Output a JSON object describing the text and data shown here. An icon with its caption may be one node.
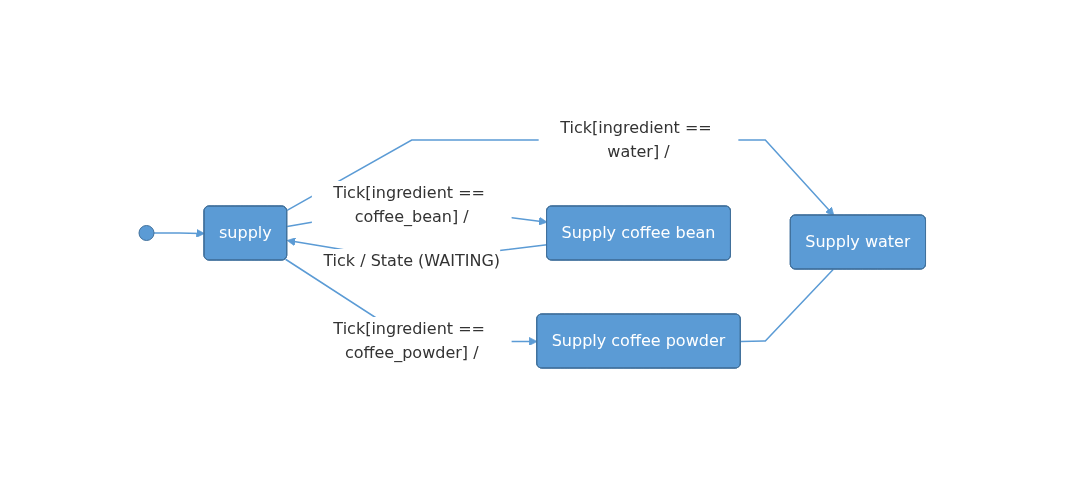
{
  "diagram": {
    "nodes": [
      {
        "text": [],
        "shape": "circle"
      },
      {
        "text": [
          "supply"
        ]
      },
      {
        "text": [
          "Supply coffee powder"
        ]
      },
      {
        "text": [
          "Supply coffee bean"
        ]
      },
      {
        "text": [
          "Supply water"
        ]
      }
    ],
    "edges": [
      {
        "from": 0,
        "to": 1,
        "arrow": "to"
      },
      {
        "from": 1,
        "to": 2,
        "arrow": "to",
        "label": "Tick[ingredient == coffee_powder] /"
      },
      {
        "from": 1,
        "to": 3,
        "arrow": "to",
        "label": "Tick[ingredient == coffee_bean] /"
      },
      {
        "from": 1,
        "to": 4,
        "arrow": "to",
        "label": "Tick[ingredient == water] /"
      },
      {
        "from": 2,
        "to": 4,
        "arrow": "none"
      },
      {
        "from": 3,
        "to": 1,
        "arrow": "to",
        "label": "Tick / State (WAITING)"
      }
    ]
  }
}
